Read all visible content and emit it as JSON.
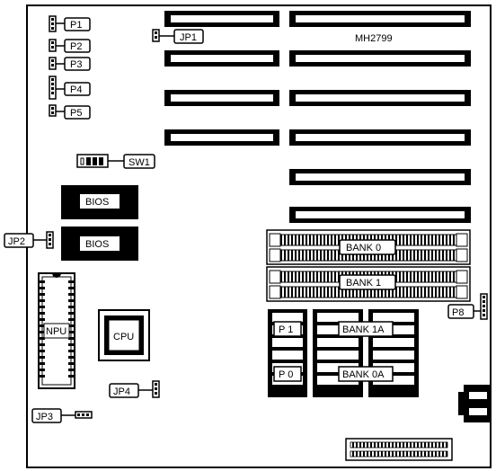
{
  "model": "MH2799",
  "labels": {
    "p1": "P1",
    "p2": "P2",
    "p3": "P3",
    "p4": "P4",
    "p5": "P5",
    "jp1": "JP1",
    "jp2": "JP2",
    "jp3": "JP3",
    "jp4": "JP4",
    "sw1": "SW1",
    "bios_top": "BIOS",
    "bios_bottom": "BIOS",
    "npu": "NPU",
    "cpu": "CPU",
    "bank0": "BANK 0",
    "bank1": "BANK 1",
    "bank1a": "BANK 1A",
    "bank0a": "BANK 0A",
    "p1_sram": "P 1",
    "p0_sram": "P 0",
    "p8": "P8"
  }
}
